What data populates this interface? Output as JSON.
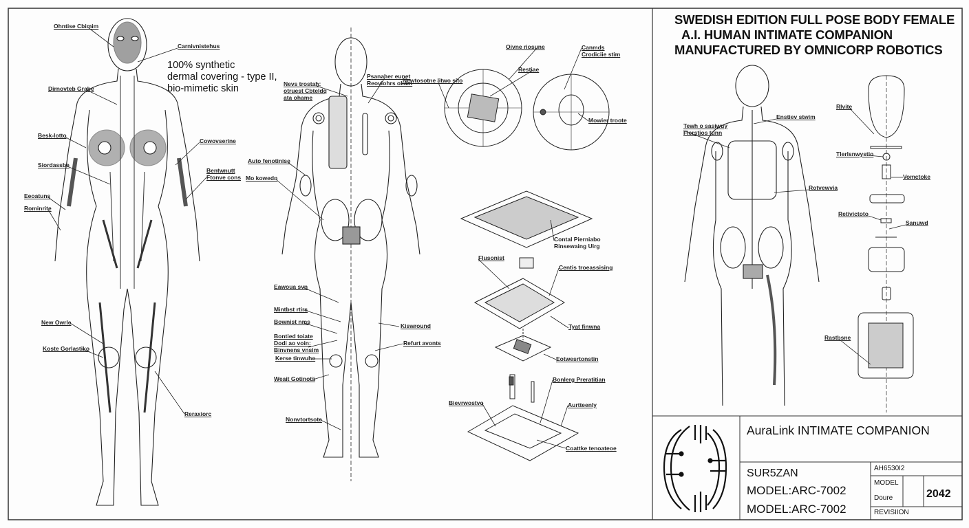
{
  "header": {
    "title_lines": [
      "SWEDISH EDITION FULL POSE BODY FEMALE",
      "A.I. HUMAN INTIMATE COMPANION",
      "MANUFACTURED BY OMNICORP ROBOTICS"
    ]
  },
  "front_view": {
    "note": "100% synthetic\ndermal covering - type II,\nbio-mimetic skin",
    "labels": [
      "Ohntise Cbimim",
      "Carnivnistehus",
      "Dirnovteb Grabe",
      "Besk-lotto",
      "Cowovserine",
      "Siordassbe",
      "Bentwnutt\nFtonve cons",
      "Eeoatuns",
      "Rominrite",
      "New Owrle",
      "Koste Gorlastiko",
      "Reraxiorc"
    ]
  },
  "back_view": {
    "labels": [
      "Nevs trostah:\notruest Cbteldq\nata ohame",
      "Psanaher eunet\nReovlohrs okam",
      "Auto fenotinise",
      "Mo kowedn",
      "Eawoua svn",
      "Mintbst rtirs",
      "Bownist nms",
      "Bontied toiate\nDodi ao voin:\nBinvnens vnsim",
      "Kerse tinwuhe",
      "Weait Gotinotä",
      "Nonvtortsote",
      "Kiswround",
      "Refurt avonts"
    ]
  },
  "detail_views": {
    "labels": [
      "Newtosotne litwo sito",
      "Oivne riosune",
      "Restiae",
      "Canmds\nCrodiciie stim",
      "Mowier troote"
    ]
  },
  "processor_exploded": {
    "labels": [
      "Contal Pierniabo\nRinsewaing Uirg",
      "Flusonist",
      "Centis troeassising",
      "Tyat finwna",
      "Eotwesrtonstin",
      "Bonlerg Preratitian",
      "Bievrwostvo",
      "Aurtteenly",
      "Coattke tenoateoe"
    ]
  },
  "right_panel": {
    "labels": [
      "Enstiev stwim",
      "Tewh o sasiwuy\nFlerstios tunn",
      "Rlvite",
      "Tlerlsnwystio",
      "Vomctoke",
      "Rotvewvia",
      "Retivictoto",
      "Sanuwd",
      "Rastbsne"
    ]
  },
  "title_block": {
    "product": "AuraLink INTIMATE COMPANION",
    "name": "SUR5ZAN",
    "model_1": "MODEL:ARC-7002",
    "model_2": "MODEL:ARC-7002",
    "code": "AH6530I2",
    "model_label": "MODEL",
    "doure_label": "Doure",
    "year": "2042",
    "revision": "REVISIION"
  }
}
